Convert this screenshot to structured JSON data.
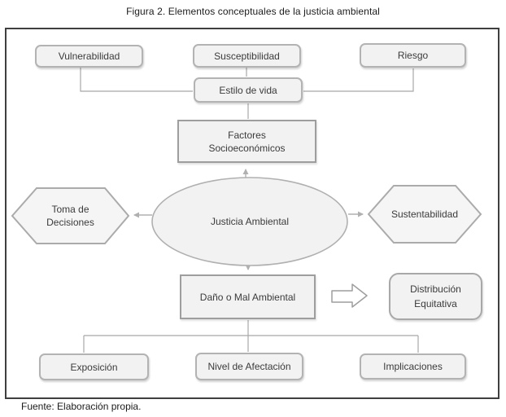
{
  "title": "Figura 2. Elementos conceptuales de la justicia ambiental",
  "source": "Fuente: Elaboración propia.",
  "colors": {
    "node_fill": "#f2f2f2",
    "node_border": "#a8a8a8",
    "connector": "#a8a8a8",
    "text": "#3b3b3b",
    "frame_border": "#3f3f3f"
  },
  "nodes": {
    "vulnerabilidad": {
      "shape": "rounded-box",
      "lines": [
        "Vulnerabilidad"
      ]
    },
    "susceptibilidad": {
      "shape": "rounded-box",
      "lines": [
        "Susceptibilidad"
      ]
    },
    "riesgo": {
      "shape": "rounded-box",
      "lines": [
        "Riesgo"
      ]
    },
    "estilo": {
      "shape": "rounded-box",
      "lines": [
        "Estilo de vida"
      ]
    },
    "factores": {
      "shape": "rectangle",
      "lines": [
        "Factores",
        "Socioeconómicos"
      ]
    },
    "justicia": {
      "shape": "ellipse",
      "lines": [
        "Justicia Ambiental"
      ]
    },
    "toma": {
      "shape": "hexagon",
      "lines": [
        "Toma de",
        "Decisiones"
      ]
    },
    "sustentabilidad": {
      "shape": "hexagon",
      "lines": [
        "Sustentabilidad"
      ]
    },
    "dano": {
      "shape": "rectangle",
      "lines": [
        "Daño o Mal Ambiental"
      ]
    },
    "distribucion": {
      "shape": "rounded-box",
      "lines": [
        "Distribución",
        "Equitativa"
      ]
    },
    "exposicion": {
      "shape": "rounded-box",
      "lines": [
        "Exposición"
      ]
    },
    "nivel": {
      "shape": "rounded-box",
      "lines": [
        "Nivel de Afectación"
      ]
    },
    "implicaciones": {
      "shape": "rounded-box",
      "lines": [
        "Implicaciones"
      ]
    }
  },
  "edges": [
    {
      "from": "vulnerabilidad",
      "to": "estilo",
      "style": "line"
    },
    {
      "from": "susceptibilidad",
      "to": "estilo",
      "style": "line"
    },
    {
      "from": "riesgo",
      "to": "estilo",
      "style": "line"
    },
    {
      "from": "estilo",
      "to": "factores",
      "style": "line"
    },
    {
      "from": "justicia",
      "to": "factores",
      "style": "arrow"
    },
    {
      "from": "justicia",
      "to": "toma",
      "style": "arrow"
    },
    {
      "from": "justicia",
      "to": "sustentabilidad",
      "style": "arrow"
    },
    {
      "from": "justicia",
      "to": "dano",
      "style": "arrow"
    },
    {
      "from": "dano",
      "to": "distribucion",
      "style": "block-arrow"
    },
    {
      "from": "dano",
      "to": "exposicion",
      "style": "line"
    },
    {
      "from": "dano",
      "to": "nivel",
      "style": "line"
    },
    {
      "from": "dano",
      "to": "implicaciones",
      "style": "line"
    }
  ]
}
